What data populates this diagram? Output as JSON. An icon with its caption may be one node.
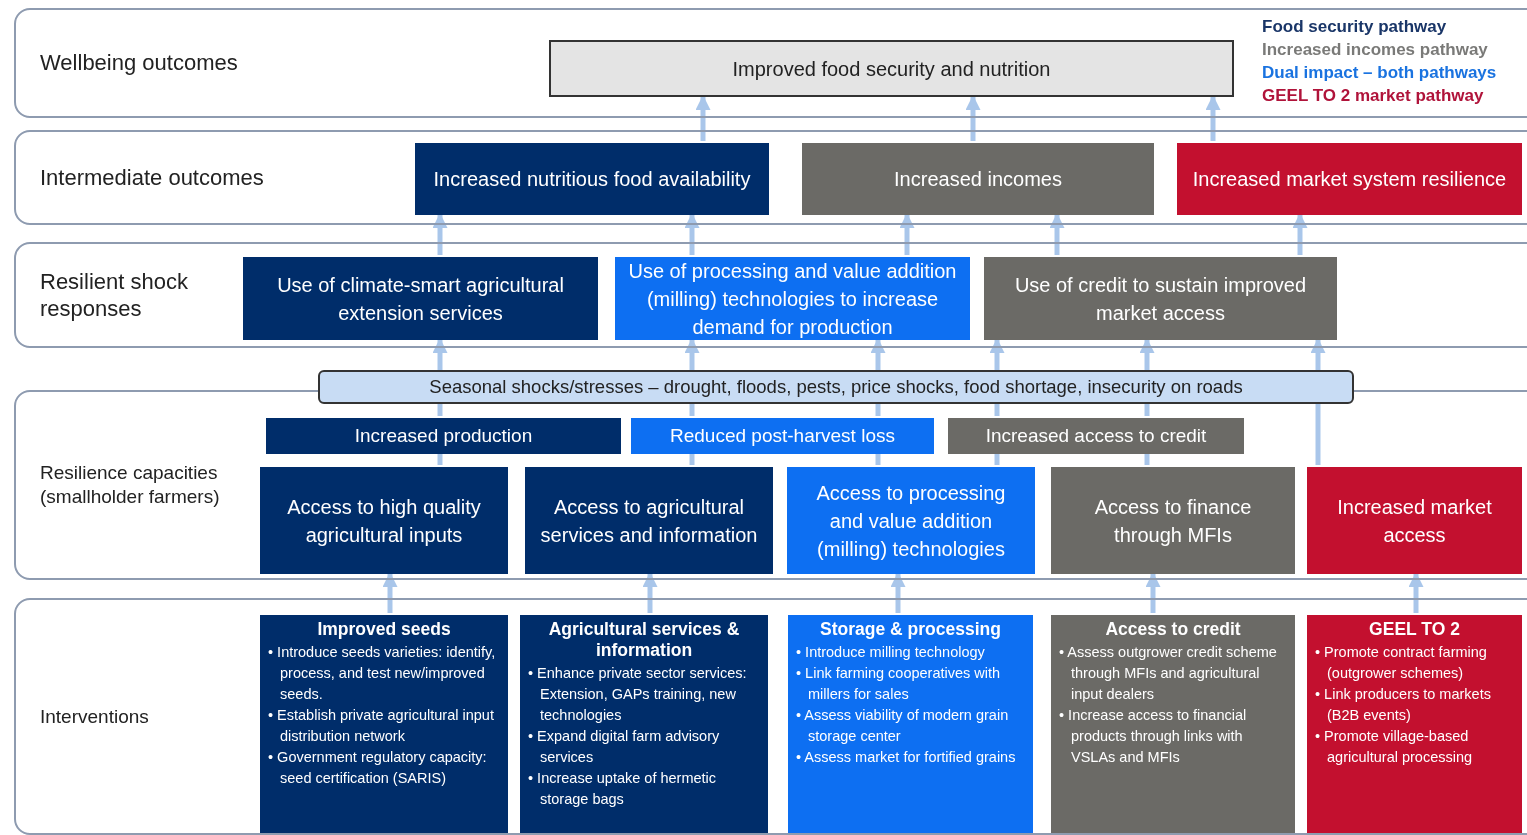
{
  "diagram": {
    "nodes": [
      {
        "text": [
          "Wellbeing outcomes"
        ]
      },
      {
        "text": [
          "Improved food security and nutrition"
        ],
        "in": 0
      },
      {
        "text": [
          "Intermediate outcomes"
        ]
      },
      {
        "text": [
          "Increased nutritious food availability"
        ],
        "in": 2
      },
      {
        "text": [
          "Increased incomes"
        ],
        "in": 2
      },
      {
        "text": [
          "Increased market system resilience"
        ],
        "in": 2
      },
      {
        "text": [
          "Resilient shock responses"
        ]
      },
      {
        "text": [
          "Use of climate-smart agricultural extension services"
        ],
        "in": 6
      },
      {
        "text": [
          "Use of processing and value addition (milling) technologies to increase demand for production"
        ],
        "in": 6
      },
      {
        "text": [
          "Use of credit to sustain improved market access"
        ],
        "in": 6
      },
      {
        "text": [
          "Seasonal shocks/stresses – drought, floods, pests, price shocks, food shortage, insecurity on roads"
        ]
      },
      {
        "text": [
          "Resilience capacities (smallholder farmers)"
        ]
      },
      {
        "text": [
          "Increased production"
        ],
        "in": 11
      },
      {
        "text": [
          "Reduced post-harvest loss"
        ],
        "in": 11
      },
      {
        "text": [
          "Increased access to credit"
        ],
        "in": 11
      },
      {
        "text": [
          "Access to high quality agricultural inputs"
        ],
        "in": 11
      },
      {
        "text": [
          "Access to agricultural services and information"
        ],
        "in": 11
      },
      {
        "text": [
          "Access to processing and value addition (milling) technologies"
        ],
        "in": 11
      },
      {
        "text": [
          "Access to finance through MFIs"
        ],
        "in": 11
      },
      {
        "text": [
          "Increased market access"
        ],
        "in": 11
      },
      {
        "text": [
          "Interventions"
        ]
      },
      {
        "text": [
          "Improved seeds",
          "• Introduce seeds varieties: identify, process, and test new/improved seeds.",
          "• Establish private agricultural input distribution network",
          "• Government regulatory capacity: seed certification (SARIS)"
        ],
        "in": 20
      },
      {
        "text": [
          "Agricultural services & information",
          "• Enhance private sector services: Extension, GAPs training, new technologies",
          "• Expand digital farm advisory services",
          "• Increase uptake of hermetic storage bags"
        ],
        "in": 20
      },
      {
        "text": [
          "Storage & processing",
          "• Introduce milling technology",
          "• Link farming cooperatives with millers for sales",
          "• Assess viability of modern grain storage center",
          "• Assess market for fortified grains"
        ],
        "in": 20
      },
      {
        "text": [
          "Access to credit",
          "• Assess outgrower credit scheme through MFIs and agricultural input dealers",
          "• Increase access to financial products through links with VSLAs and MFIs"
        ],
        "in": 20
      },
      {
        "text": [
          "GEEL TO 2",
          "• Promote contract farming (outgrower schemes)",
          "• Link producers to markets (B2B events)",
          "• Promote village-based agricultural processing"
        ],
        "in": 20
      }
    ],
    "edges": [
      {
        "from": 21,
        "to": 15,
        "arrow": "to"
      },
      {
        "from": 22,
        "to": 16,
        "arrow": "to"
      },
      {
        "from": 23,
        "to": 17,
        "arrow": "to"
      },
      {
        "from": 24,
        "to": 18,
        "arrow": "to"
      },
      {
        "from": 25,
        "to": 19,
        "arrow": "to"
      },
      {
        "from": 15,
        "to": 12,
        "arrow": "none"
      },
      {
        "from": 16,
        "to": 13,
        "arrow": "none"
      },
      {
        "from": 17,
        "to": 13,
        "arrow": "none"
      },
      {
        "from": 17,
        "to": 14,
        "arrow": "none"
      },
      {
        "from": 18,
        "to": 14,
        "arrow": "none"
      },
      {
        "from": 12,
        "to": 10,
        "arrow": "none"
      },
      {
        "from": 13,
        "to": 10,
        "arrow": "none"
      },
      {
        "from": 13,
        "to": 10,
        "arrow": "none"
      },
      {
        "from": 14,
        "to": 10,
        "arrow": "none"
      },
      {
        "from": 14,
        "to": 10,
        "arrow": "none"
      },
      {
        "from": 19,
        "to": 10,
        "arrow": "none"
      },
      {
        "from": 10,
        "to": 7,
        "arrow": "to"
      },
      {
        "from": 10,
        "to": 8,
        "arrow": "to"
      },
      {
        "from": 10,
        "to": 8,
        "arrow": "to"
      },
      {
        "from": 10,
        "to": 9,
        "arrow": "to"
      },
      {
        "from": 10,
        "to": 9,
        "arrow": "to"
      },
      {
        "from": 10,
        "to": 9,
        "arrow": "to"
      },
      {
        "from": 7,
        "to": 3,
        "arrow": "to"
      },
      {
        "from": 8,
        "to": 3,
        "arrow": "to"
      },
      {
        "from": 8,
        "to": 4,
        "arrow": "to"
      },
      {
        "from": 9,
        "to": 4,
        "arrow": "to"
      },
      {
        "from": 9,
        "to": 5,
        "arrow": "to"
      },
      {
        "from": 3,
        "to": 1,
        "arrow": "to"
      },
      {
        "from": 4,
        "to": 1,
        "arrow": "to"
      },
      {
        "from": 5,
        "to": 1,
        "arrow": "to"
      }
    ],
    "legend": [
      {
        "text": "Food security pathway",
        "color": "#1a3668"
      },
      {
        "text": "Increased incomes pathway",
        "color": "#7a7a78"
      },
      {
        "text": "Dual impact – both pathways",
        "color": "#1a73e0"
      },
      {
        "text": "GEEL TO 2 market pathway",
        "color": "#b0133a"
      }
    ]
  }
}
